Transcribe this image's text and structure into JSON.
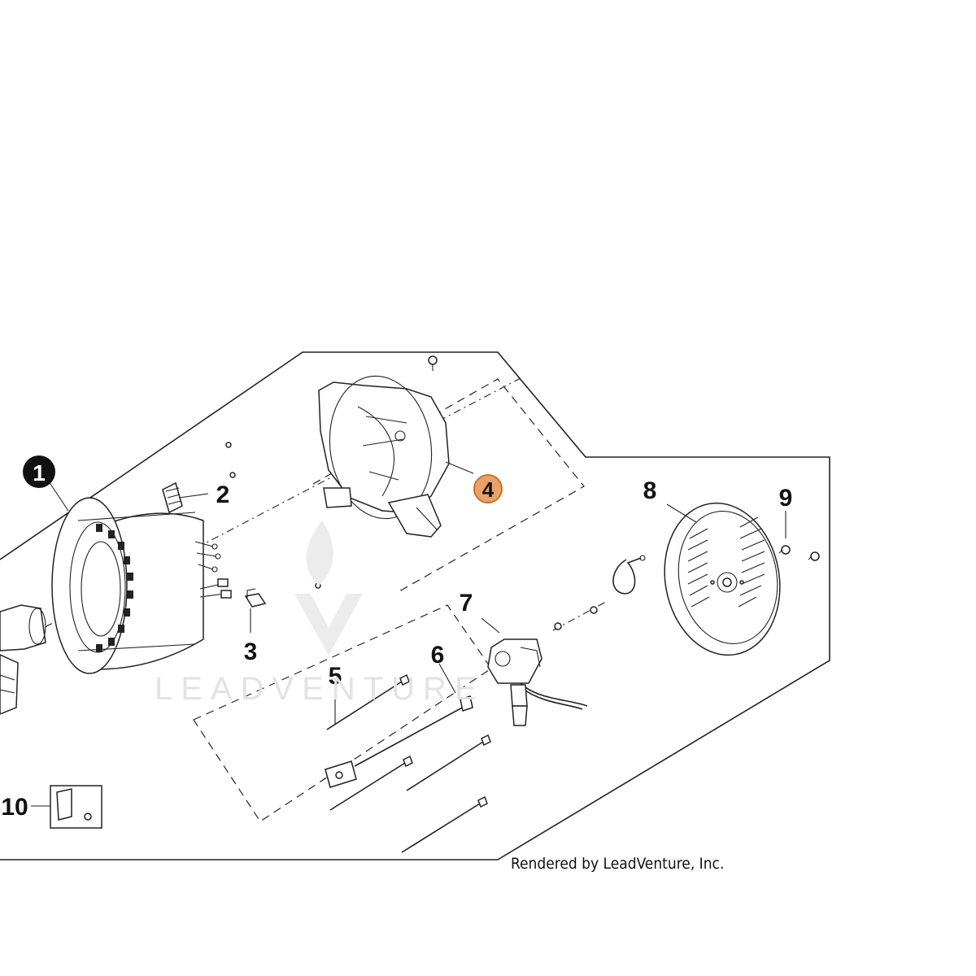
{
  "callouts": {
    "c1": "1",
    "c2": "2",
    "c3": "3",
    "c4": "4",
    "c5": "5",
    "c6": "6",
    "c7": "7",
    "c8": "8",
    "c9": "9",
    "c10": "10"
  },
  "selected_callout": "4",
  "credit": "Rendered by LeadVenture, Inc.",
  "watermark": "LEADVENTURE",
  "colors": {
    "selected_fill": "#e9a36a",
    "selected_stroke": "#c8742f",
    "line": "#222222",
    "watermark": "#e3e3e3"
  }
}
